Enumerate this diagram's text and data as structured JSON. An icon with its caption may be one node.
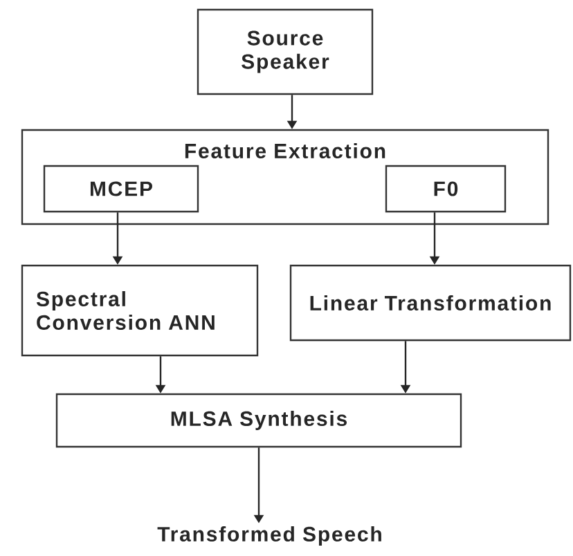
{
  "diagram": {
    "nodes": [
      {
        "text": [
          "Source Speaker"
        ]
      },
      {
        "text": [
          "Feature Extraction"
        ]
      },
      {
        "text": [
          "MCEP"
        ],
        "in": 1
      },
      {
        "text": [
          "F0"
        ],
        "in": 1
      },
      {
        "text": [
          "Spectral Conversion ANN"
        ]
      },
      {
        "text": [
          "Linear Transformation"
        ]
      },
      {
        "text": [
          "MLSA Synthesis"
        ]
      },
      {
        "text": [
          "Transformed Speech"
        ]
      }
    ],
    "edges": [
      {
        "from": 0,
        "to": 1,
        "arrow": "to"
      },
      {
        "from": 2,
        "to": 4,
        "arrow": "to"
      },
      {
        "from": 3,
        "to": 5,
        "arrow": "to"
      },
      {
        "from": 4,
        "to": 6,
        "arrow": "to"
      },
      {
        "from": 5,
        "to": 6,
        "arrow": "to"
      },
      {
        "from": 6,
        "to": 7,
        "arrow": "to"
      }
    ]
  }
}
